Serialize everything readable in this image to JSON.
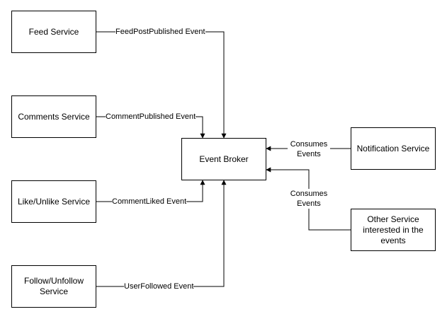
{
  "nodes": {
    "feed_service": "Feed Service",
    "comments_service": "Comments Service",
    "like_service": "Like/Unlike Service",
    "follow_service": "Follow/Unfollow Service",
    "event_broker": "Event Broker",
    "notification_service": "Notification Service",
    "other_service": "Other Service interested in the events"
  },
  "edges": {
    "feed_post_published": "FeedPostPublished Event",
    "comment_published": "CommentPublished Event",
    "comment_liked": "CommentLiked Event",
    "user_followed": "UserFollowed Event",
    "notification_consumes": "Consumes Events",
    "other_consumes": "Consumes Events"
  },
  "colors": {
    "stroke": "#000000",
    "fill": "#ffffff"
  }
}
